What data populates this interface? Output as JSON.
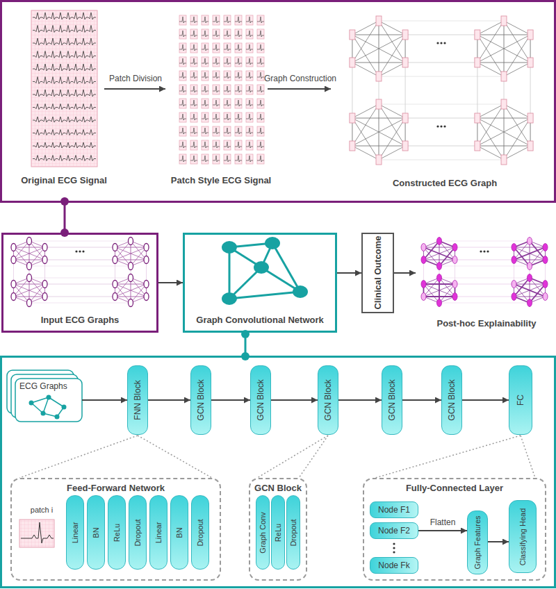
{
  "diagram": {
    "nodes": [
      {
        "text": [
          "Input ECG Graphs"
        ]
      },
      {
        "text": [
          "Graph Convolutional Network"
        ]
      },
      {
        "text": [
          "Clinical Outcome"
        ]
      },
      {
        "text": [
          "ECG Graphs"
        ]
      },
      {
        "text": [
          "FNN Block"
        ]
      },
      {
        "text": [
          "GCN Block"
        ]
      },
      {
        "text": [
          "GCN Block"
        ]
      },
      {
        "text": [
          "GCN Block"
        ]
      },
      {
        "text": [
          "GCN Block"
        ]
      },
      {
        "text": [
          "GCN Block"
        ]
      },
      {
        "text": [
          "FC"
        ]
      },
      {
        "text": [
          "Feed-Forward Network"
        ]
      },
      {
        "text": [
          "patch i"
        ],
        "in": 11
      },
      {
        "text": [
          "Linear"
        ],
        "in": 11
      },
      {
        "text": [
          "BN"
        ],
        "in": 11
      },
      {
        "text": [
          "ReLu"
        ],
        "in": 11
      },
      {
        "text": [
          "Dropout"
        ],
        "in": 11
      },
      {
        "text": [
          "Linear"
        ],
        "in": 11
      },
      {
        "text": [
          "BN"
        ],
        "in": 11
      },
      {
        "text": [
          "Dropout"
        ],
        "in": 11
      },
      {
        "text": [
          "GCN Block"
        ]
      },
      {
        "text": [
          "Graph Conv"
        ],
        "in": 20
      },
      {
        "text": [
          "ReLu"
        ],
        "in": 20
      },
      {
        "text": [
          "Dropout"
        ],
        "in": 20
      },
      {
        "text": [
          "Fully-Connected Layer"
        ]
      },
      {
        "text": [
          "Node F1"
        ],
        "in": 24
      },
      {
        "text": [
          "Node F2"
        ],
        "in": 24
      },
      {
        "text": [
          "Node Fk"
        ],
        "in": 24
      },
      {
        "text": [
          "Graph Features"
        ],
        "in": 24
      },
      {
        "text": [
          "Classifying Head"
        ],
        "in": 24
      }
    ],
    "edges": [
      {
        "from": 0,
        "to": 1,
        "arrow": "to"
      },
      {
        "from": 1,
        "to": 2,
        "arrow": "to"
      },
      {
        "from": 3,
        "to": 4,
        "arrow": "to"
      },
      {
        "from": 4,
        "to": 5,
        "arrow": "to"
      },
      {
        "from": 5,
        "to": 6,
        "arrow": "to"
      },
      {
        "from": 6,
        "to": 7,
        "arrow": "to"
      },
      {
        "from": 7,
        "to": 8,
        "arrow": "to"
      },
      {
        "from": 8,
        "to": 9,
        "arrow": "to"
      },
      {
        "from": 9,
        "to": 10,
        "arrow": "to"
      },
      {
        "from": 26,
        "to": 28,
        "label": "Flatten",
        "arrow": "to"
      },
      {
        "from": 28,
        "to": 29,
        "arrow": "to"
      }
    ],
    "labels": [
      "Original ECG Signal",
      "Patch Division",
      "Patch Style ECG Signal",
      "Graph Construction",
      "Constructed ECG Graph",
      "Post-hoc Explainability"
    ]
  }
}
